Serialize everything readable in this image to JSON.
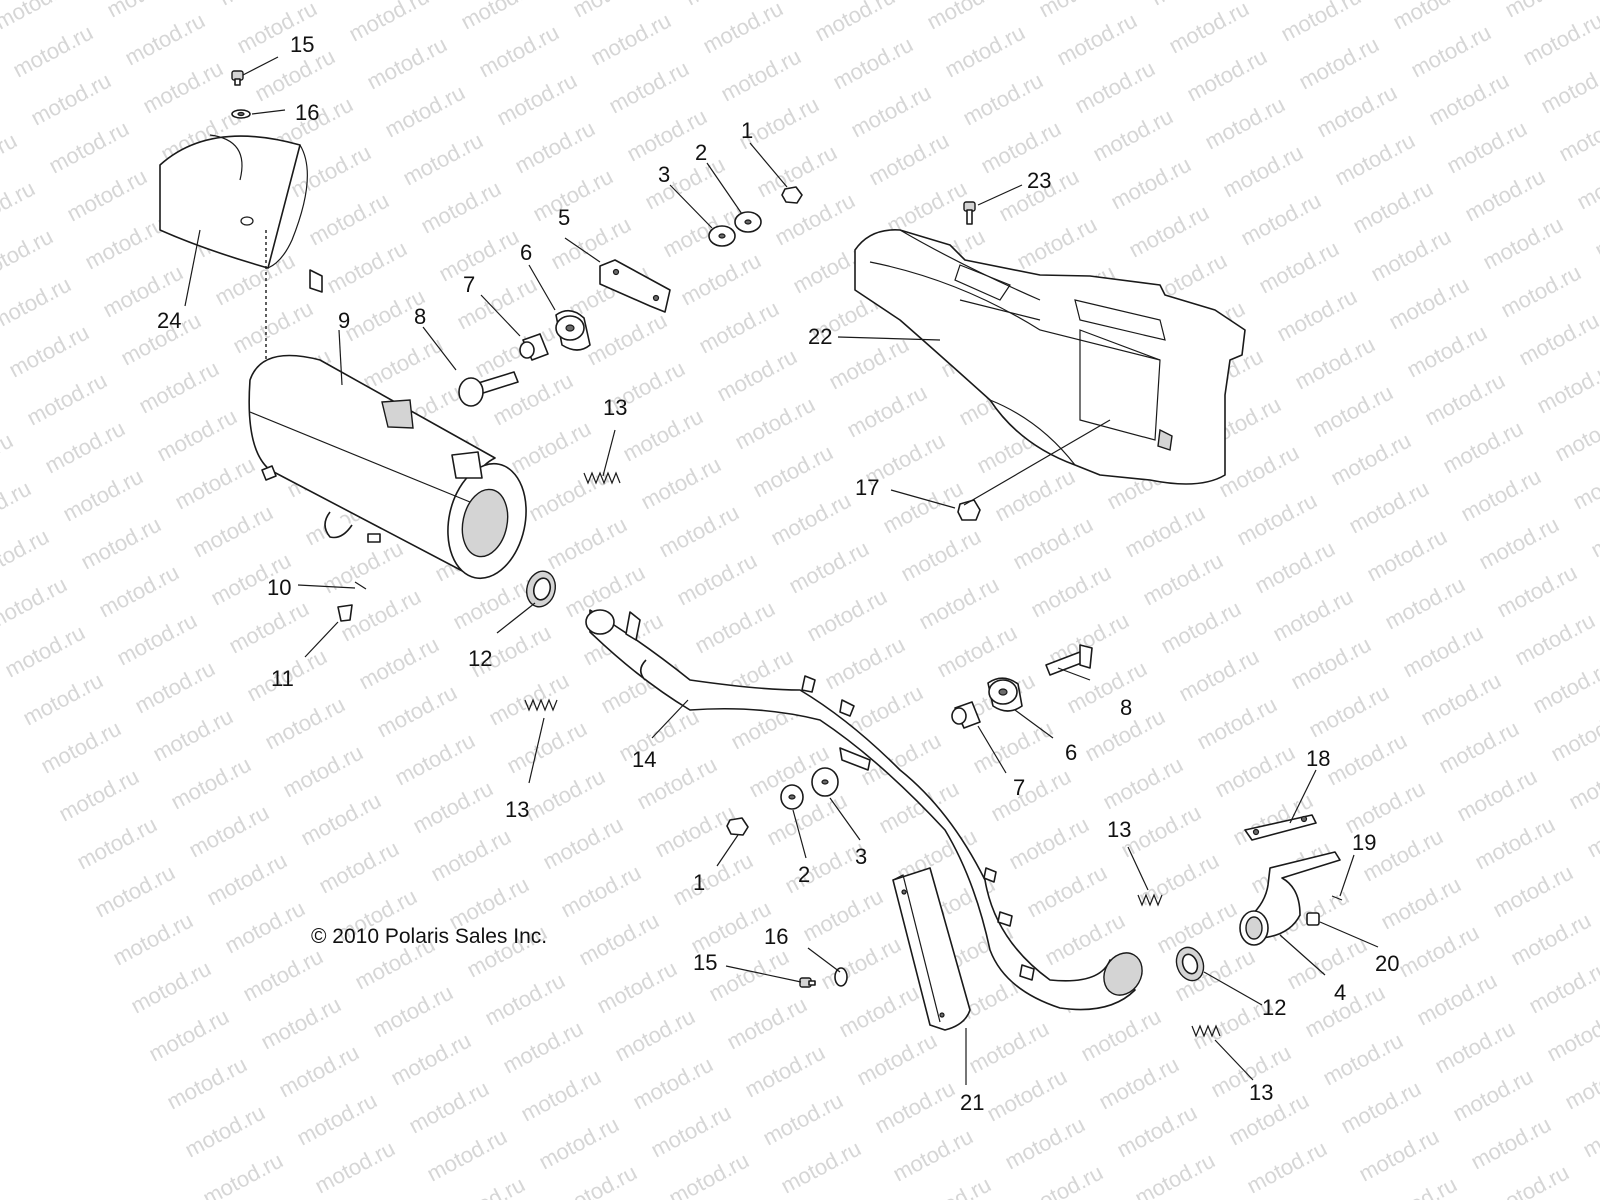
{
  "watermark": "motod.ru",
  "copyright": "© 2010 Polaris Sales Inc.",
  "callouts": {
    "c1a": "1",
    "c1b": "1",
    "c2a": "2",
    "c2b": "2",
    "c3a": "3",
    "c3b": "3",
    "c4": "4",
    "c5": "5",
    "c6a": "6",
    "c6b": "6",
    "c7a": "7",
    "c7b": "7",
    "c8a": "8",
    "c8b": "8",
    "c9": "9",
    "c10": "10",
    "c11": "11",
    "c12a": "12",
    "c12b": "12",
    "c13a": "13",
    "c13b": "13",
    "c13c": "13",
    "c13d": "13",
    "c14": "14",
    "c15a": "15",
    "c15b": "15",
    "c16a": "16",
    "c16b": "16",
    "c17": "17",
    "c18": "18",
    "c19": "19",
    "c20": "20",
    "c21": "21",
    "c22": "22",
    "c23": "23",
    "c24": "24"
  }
}
